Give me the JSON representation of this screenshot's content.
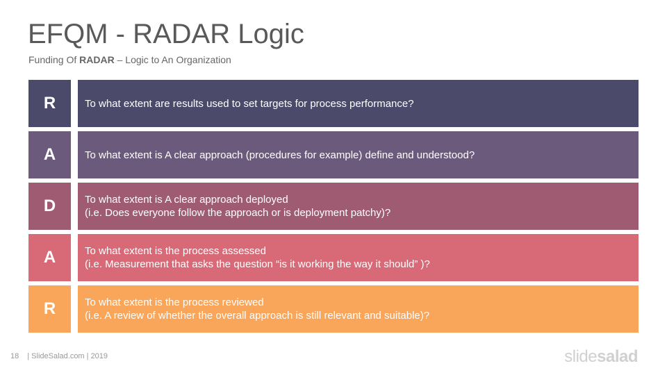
{
  "header": {
    "title": "EFQM - RADAR Logic",
    "subtitle_prefix": "Funding Of ",
    "subtitle_bold": "RADAR",
    "subtitle_suffix": " – Logic to An Organization"
  },
  "rows": [
    {
      "letter": "R",
      "line1": "To what extent are results used to set targets for process performance?",
      "line2": "",
      "color": "#4b4a6b"
    },
    {
      "letter": "A",
      "line1": "To what extent is A clear approach (procedures for example) define and understood?",
      "line2": "",
      "color": "#6b5a7b"
    },
    {
      "letter": "D",
      "line1": "To what extent is A clear approach deployed",
      "line2": "(i.e. Does everyone follow the approach or is deployment patchy)?",
      "color": "#9e5b72"
    },
    {
      "letter": "A",
      "line1": "To what extent is the process assessed",
      "line2": "(i.e. Measurement that asks the question “is it working the way it should” )?",
      "color": "#d86a78"
    },
    {
      "letter": "R",
      "line1": "To what extent is the process reviewed",
      "line2": "(i.e. A review of whether the overall approach is still relevant and suitable)?",
      "color": "#f9a55a"
    }
  ],
  "footer": {
    "page_number": "18",
    "credit": "| SlideSalad.com | 2019"
  },
  "logo": {
    "part1": "slide",
    "part2": "salad"
  }
}
